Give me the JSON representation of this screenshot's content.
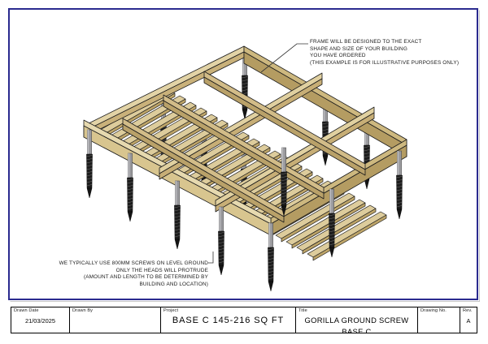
{
  "sheet": {
    "border_color": "#2b2b8f",
    "background": "#ffffff"
  },
  "annotations": {
    "top_right": {
      "lines": [
        "FRAME WILL BE DESIGNED TO THE EXACT",
        "SHAPE AND SIZE OF YOUR BUILDING",
        "YOU HAVE ORDERED",
        "(THIS EXAMPLE IS FOR ILLUSTRATIVE PURPOSES ONLY)"
      ],
      "text": "FRAME WILL BE DESIGNED TO THE EXACT\nSHAPE AND SIZE OF YOUR BUILDING\nYOU HAVE ORDERED\n(THIS EXAMPLE IS FOR ILLUSTRATIVE PURPOSES ONLY)"
    },
    "bottom_left": {
      "lines": [
        "WE TYPICALLY USE 800MM SCREWS ON LEVEL GROUND",
        "ONLY THE HEADS WILL PROTRUDE",
        "(AMOUNT AND LENGTH TO BE DETERMINED BY",
        "BUILDING AND LOCATION)"
      ],
      "text": "WE TYPICALLY USE 800MM SCREWS ON LEVEL GROUND\nONLY THE HEADS WILL PROTRUDE\n(AMOUNT AND LENGTH TO BE DETERMINED BY\nBUILDING AND LOCATION)"
    }
  },
  "drawing": {
    "description": "Isometric view of a timber sub-frame base supported on ground screws",
    "timber_face_color": "#d9c795",
    "timber_top_color": "#c2ab74",
    "timber_edge_color": "#1a1a1a",
    "screw_shaft_color": "#9a9a9e",
    "screw_thread_color": "#1c1c1c"
  },
  "titleblock": {
    "drawn_date_label": "Drawn Date",
    "drawn_date_value": "21/03/2025",
    "drawn_by_label": "Drawn By",
    "drawn_by_value": "",
    "project_label": "Project",
    "project_value": "BASE C 145-216 SQ FT",
    "title_label": "Title",
    "title_value": "GORILLA GROUND SCREW BASE C",
    "drawing_no_label": "Drawing No.",
    "drawing_no_value": "",
    "rev_label": "Rev.",
    "rev_value": "A"
  }
}
